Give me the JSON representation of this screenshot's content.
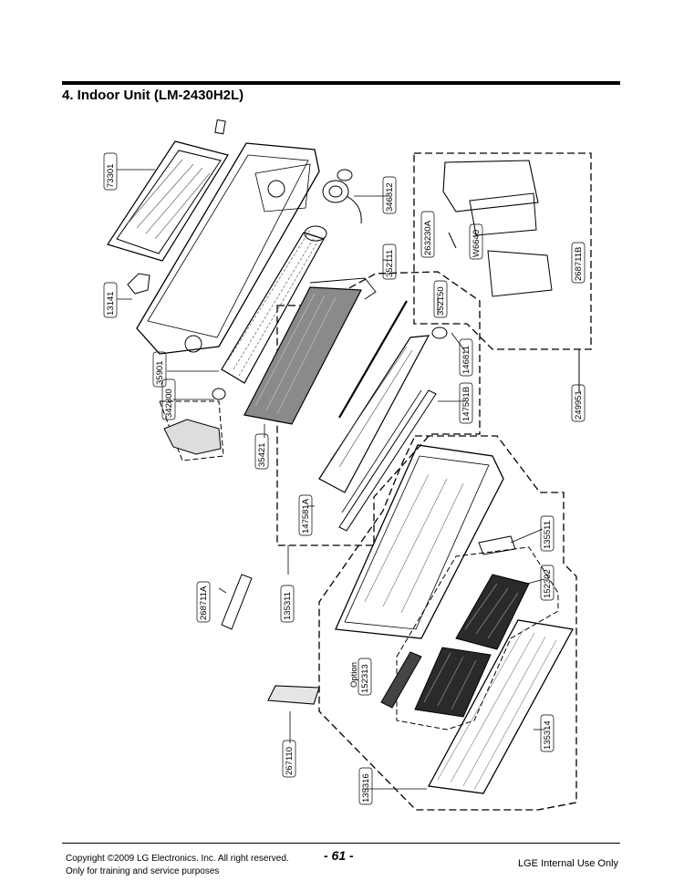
{
  "header": {
    "title": "4. Indoor Unit (LM-2430H2L)"
  },
  "part_labels": {
    "p1": "73301",
    "p2": "13141",
    "p3": "35901",
    "p4": "342800",
    "p5": "35421",
    "p6": "346812",
    "p7": "352111",
    "p8": "352150",
    "p9": "146811",
    "p10": "147581B",
    "p11": "147581A",
    "p12": "263230A",
    "p13": "W6640",
    "p14": "268711B",
    "p15": "249951",
    "p16": "135511",
    "p17": "152302",
    "p18": "135311",
    "p19": "268711A",
    "p20": "152313",
    "p21": "Option",
    "p22": "267110",
    "p23": "135314",
    "p24": "135316"
  },
  "footer": {
    "copyright_line1": "Copyright ©2009 LG Electronics. Inc. All right reserved.",
    "copyright_line2": "Only for training and service purposes",
    "page_number": "- 61 -",
    "internal_use": "LGE Internal Use Only"
  }
}
